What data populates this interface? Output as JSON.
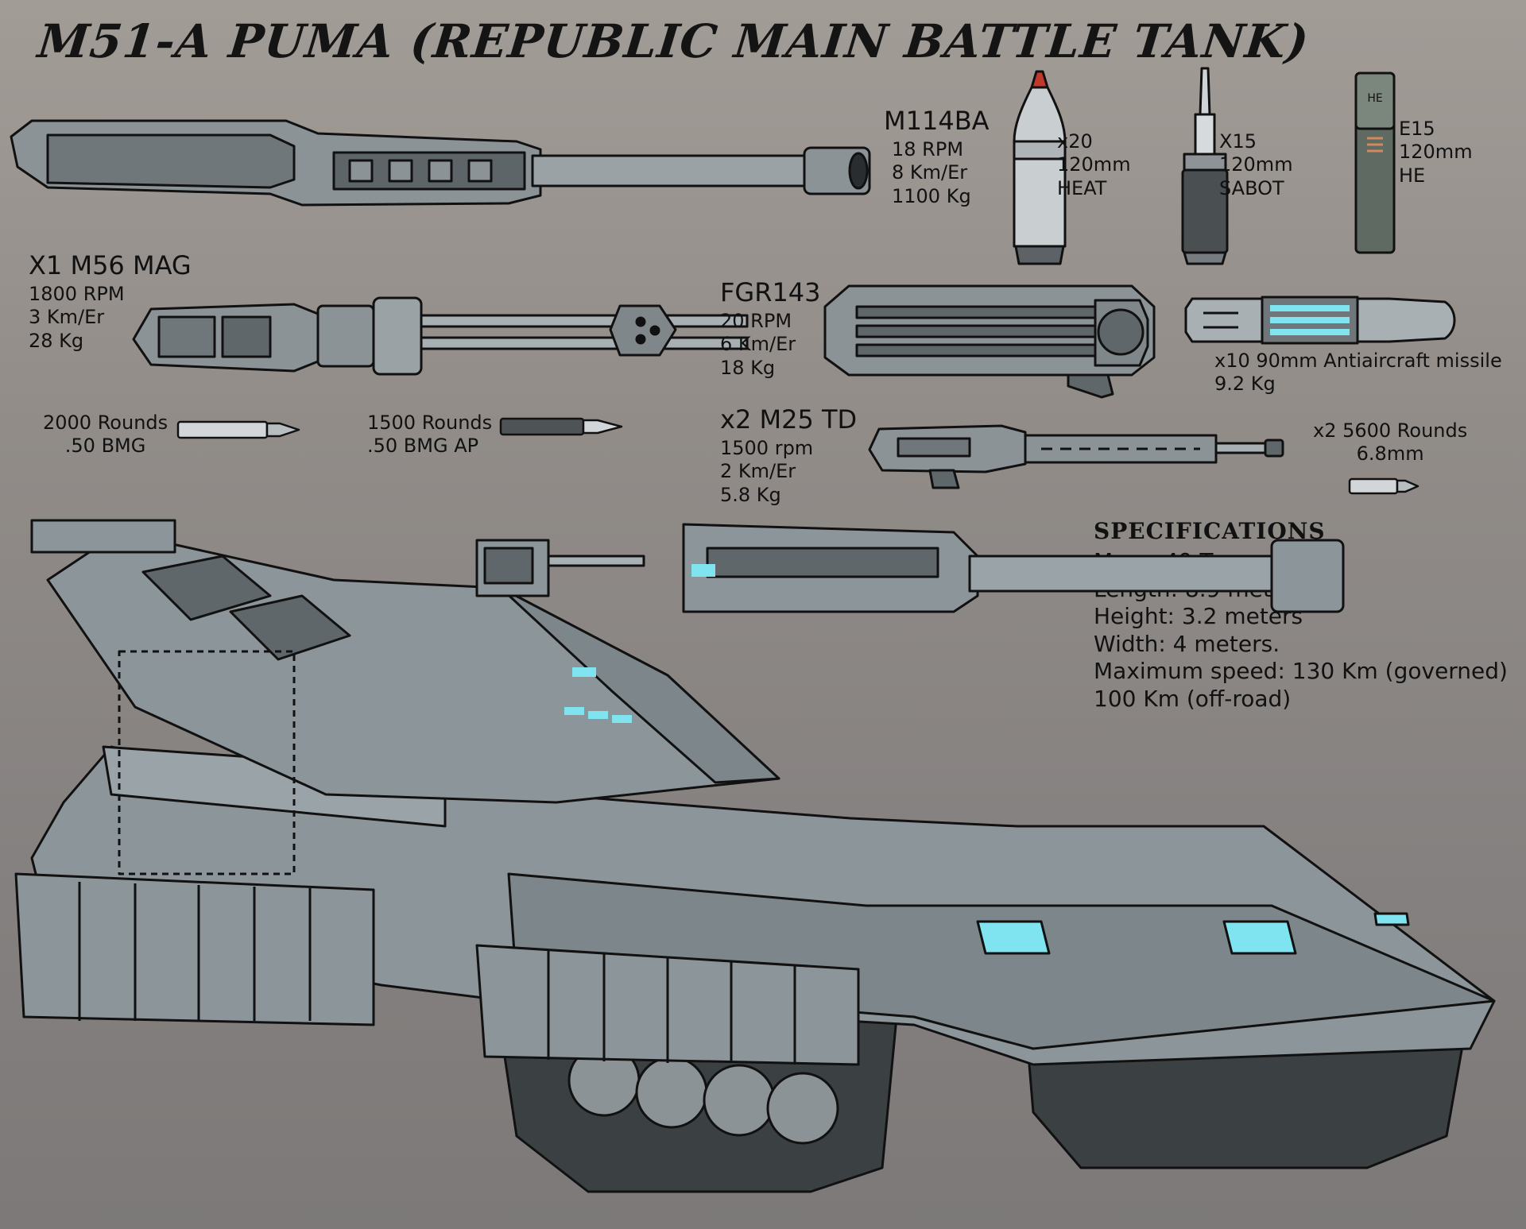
{
  "title": "M51-A PUMA (REPUBLIC MAIN BATTLE TANK)",
  "main_gun": {
    "name": "M114BA",
    "stats": [
      "18 RPM",
      "8 Km/Er",
      "1100 Kg"
    ]
  },
  "main_ammo": [
    {
      "count": "x20",
      "caliber": "120mm",
      "type": "HEAT"
    },
    {
      "count": "X15",
      "caliber": "120mm",
      "type": "SABOT"
    },
    {
      "count": "E15",
      "caliber": "120mm",
      "type": "HE",
      "shell_marking": "HE"
    }
  ],
  "mag": {
    "name": "X1 M56 MAG",
    "stats": [
      "1800 RPM",
      "3 Km/Er",
      "28 Kg"
    ],
    "rounds": [
      {
        "count": "2000 Rounds",
        "type": ".50 BMG"
      },
      {
        "count": "1500 Rounds",
        "type": ".50 BMG AP"
      }
    ]
  },
  "launcher": {
    "name": "FGR143",
    "stats": [
      "20 RPM",
      "6 Km/Er",
      "18 Kg"
    ],
    "missile": {
      "label": "x10 90mm Antiaircraft missile",
      "weight": "9.2 Kg"
    }
  },
  "td": {
    "name": "x2 M25 TD",
    "stats": [
      "1500 rpm",
      "2 Km/Er",
      "5.8 Kg"
    ],
    "rounds": {
      "count": "x2 5600 Rounds",
      "type": "6.8mm"
    }
  },
  "specifications": {
    "heading": "SPECIFICATIONS",
    "lines": [
      "Mass: 49 Tons",
      "Length: 8.9 meters",
      "Height: 3.2 meters",
      "Width: 4 meters.",
      "Maximum speed: 130 Km (governed)",
      "100 Km (off-road)"
    ]
  },
  "colors": {
    "armor": "#8c9599",
    "armor_dark": "#5f676b",
    "glow": "#7fe3f0",
    "ink": "#111111"
  }
}
